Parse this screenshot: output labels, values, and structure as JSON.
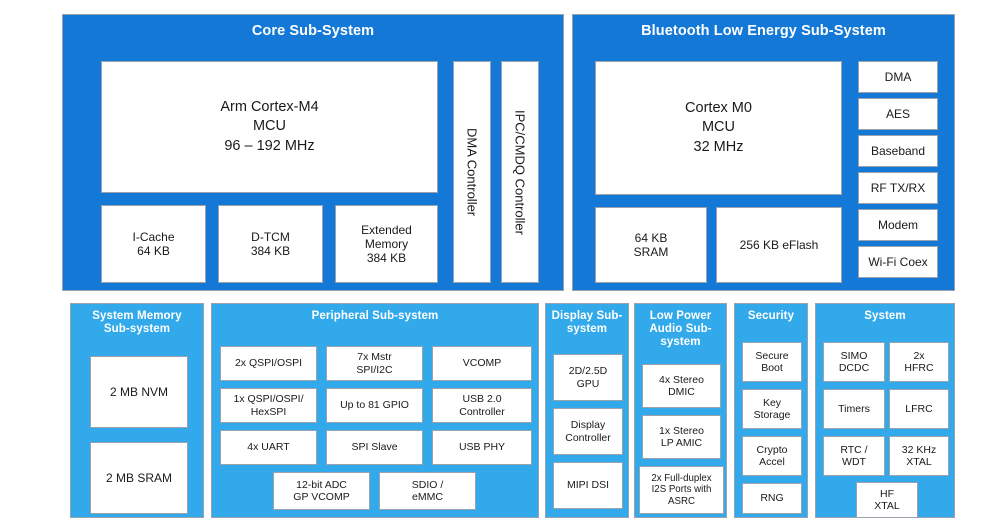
{
  "colors": {
    "dark_blue": "#1479D6",
    "light_blue": "#31A9EB",
    "block_fill": "#FFFFFF",
    "block_border": "#9AA3AD",
    "title_text": "#FFFFFF",
    "block_text": "#1A1A1A",
    "page_background": "#FFFFFF"
  },
  "diagram": {
    "type": "block-diagram",
    "top_sections": [
      {
        "id": "core-sub-system",
        "title": "Core Sub-System",
        "blocks": [
          {
            "id": "arm-cortex-m4",
            "label": "Arm Cortex-M4\nMCU\n96 – 192 MHz"
          },
          {
            "id": "i-cache",
            "label": "I-Cache\n64 KB"
          },
          {
            "id": "d-tcm",
            "label": "D-TCM\n384 KB"
          },
          {
            "id": "extended-memory",
            "label": "Extended\nMemory\n384 KB"
          },
          {
            "id": "dma-controller",
            "label": "DMA Controller"
          },
          {
            "id": "ipc-cmdq-controller",
            "label": "IPC/CMDQ Controller"
          }
        ]
      },
      {
        "id": "bluetooth-low-energy-sub-system",
        "title": "Bluetooth Low Energy Sub-System",
        "blocks": [
          {
            "id": "cortex-m0",
            "label": "Cortex M0\nMCU\n32 MHz"
          },
          {
            "id": "ble-64kb-sram",
            "label": "64 KB\nSRAM"
          },
          {
            "id": "ble-256kb-eflash",
            "label": "256 KB eFlash"
          },
          {
            "id": "ble-dma",
            "label": "DMA"
          },
          {
            "id": "ble-aes",
            "label": "AES"
          },
          {
            "id": "ble-baseband",
            "label": "Baseband"
          },
          {
            "id": "ble-rf-tx-rx",
            "label": "RF TX/RX"
          },
          {
            "id": "ble-modem",
            "label": "Modem"
          },
          {
            "id": "ble-wifi-coex",
            "label": "Wi-Fi Coex"
          }
        ]
      }
    ],
    "bottom_sections": [
      {
        "id": "system-memory-sub-system",
        "title": "System Memory\nSub-system",
        "blocks": [
          {
            "id": "nvm-2mb",
            "label": "2 MB NVM"
          },
          {
            "id": "sram-2mb",
            "label": "2 MB SRAM"
          }
        ]
      },
      {
        "id": "peripheral-sub-system",
        "title": "Peripheral Sub-system",
        "blocks": [
          {
            "id": "qspi-ospi-2x",
            "label": "2x QSPI/OSPI"
          },
          {
            "id": "mstr-spi-i2c-7x",
            "label": "7x Mstr\nSPI/I2C"
          },
          {
            "id": "vcomp",
            "label": "VCOMP"
          },
          {
            "id": "qspi-ospi-hexspi-1x",
            "label": "1x QSPI/OSPI/\nHexSPI"
          },
          {
            "id": "gpio-up-to-81",
            "label": "Up to 81 GPIO"
          },
          {
            "id": "usb-2-0-controller",
            "label": "USB 2.0\nController"
          },
          {
            "id": "uart-4x",
            "label": "4x UART"
          },
          {
            "id": "spi-slave",
            "label": "SPI Slave"
          },
          {
            "id": "usb-phy",
            "label": "USB PHY"
          },
          {
            "id": "adc-12bit-gp-vcomp",
            "label": "12-bit ADC\nGP VCOMP"
          },
          {
            "id": "sdio-emmc",
            "label": "SDIO /\neMMC"
          }
        ]
      },
      {
        "id": "display-sub-system",
        "title": "Display\nSub-system",
        "blocks": [
          {
            "id": "gpu-2d-2-5d",
            "label": "2D/2.5D\nGPU"
          },
          {
            "id": "display-controller",
            "label": "Display\nController"
          },
          {
            "id": "mipi-dsi",
            "label": "MIPI DSI"
          }
        ]
      },
      {
        "id": "low-power-audio-sub-system",
        "title": "Low Power\nAudio\nSub-system",
        "blocks": [
          {
            "id": "stereo-dmic-4x",
            "label": "4x Stereo\nDMIC"
          },
          {
            "id": "stereo-lp-amic-1x",
            "label": "1x Stereo\nLP AMIC"
          },
          {
            "id": "i2s-ports-asrc-2x",
            "label": "2x Full-duplex\nI2S Ports with\nASRC"
          }
        ]
      },
      {
        "id": "security",
        "title": "Security",
        "blocks": [
          {
            "id": "secure-boot",
            "label": "Secure\nBoot"
          },
          {
            "id": "key-storage",
            "label": "Key\nStorage"
          },
          {
            "id": "crypto-accel",
            "label": "Crypto\nAccel"
          },
          {
            "id": "rng",
            "label": "RNG"
          }
        ]
      },
      {
        "id": "system",
        "title": "System",
        "blocks": [
          {
            "id": "simo-dcdc",
            "label": "SIMO\nDCDC"
          },
          {
            "id": "hfrc-2x",
            "label": "2x\nHFRC"
          },
          {
            "id": "timers",
            "label": "Timers"
          },
          {
            "id": "lfrc",
            "label": "LFRC"
          },
          {
            "id": "rtc-wdt",
            "label": "RTC /\nWDT"
          },
          {
            "id": "xtal-32khz",
            "label": "32 KHz\nXTAL"
          },
          {
            "id": "hf-xtal",
            "label": "HF\nXTAL"
          }
        ]
      }
    ]
  }
}
